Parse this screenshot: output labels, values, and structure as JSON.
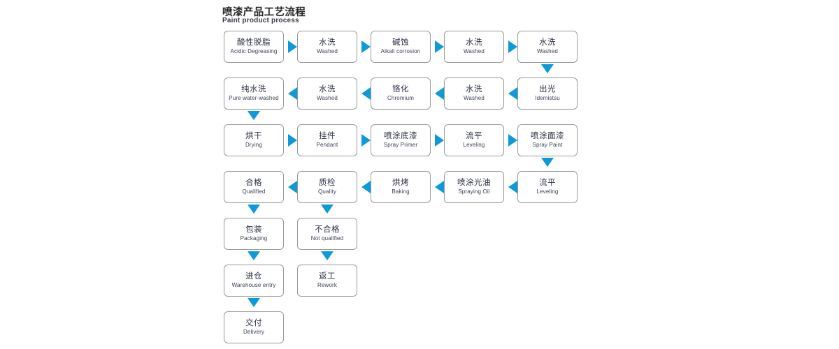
{
  "header": {
    "title": "喷漆产品工艺流程",
    "subtitle": "Paint product process"
  },
  "colors": {
    "arrow": "#0d9ad8",
    "box_border": "#9a9a9a",
    "text_cn": "#2b2f45",
    "text_en": "#3c4256",
    "title": "#262626",
    "background": "#ffffff"
  },
  "flow": {
    "rows": [
      {
        "direction": "left-to-right",
        "nodes": [
          {
            "cn": "酸性脱脂",
            "en": "Acidic Degreasing"
          },
          {
            "cn": "水洗",
            "en": "Washed"
          },
          {
            "cn": "碱蚀",
            "en": "Alkali corrosion"
          },
          {
            "cn": "水洗",
            "en": "Washed"
          },
          {
            "cn": "水洗",
            "en": "Washed"
          }
        ]
      },
      {
        "direction": "right-to-left",
        "nodes": [
          {
            "cn": "纯水洗",
            "en": "Pure water-washed"
          },
          {
            "cn": "水洗",
            "en": "Washed"
          },
          {
            "cn": "铬化",
            "en": "Chromium"
          },
          {
            "cn": "水洗",
            "en": "Washed"
          },
          {
            "cn": "出光",
            "en": "Idemistsu"
          }
        ]
      },
      {
        "direction": "left-to-right",
        "nodes": [
          {
            "cn": "烘干",
            "en": "Drying"
          },
          {
            "cn": "挂件",
            "en": "Pendant"
          },
          {
            "cn": "喷涂底漆",
            "en": "Spray Primer"
          },
          {
            "cn": "流平",
            "en": "Leveling"
          },
          {
            "cn": "喷涂面漆",
            "en": "Spray Paint"
          }
        ]
      },
      {
        "direction": "right-to-left",
        "nodes": [
          {
            "cn": "合格",
            "en": "Qualified"
          },
          {
            "cn": "质检",
            "en": "Quality"
          },
          {
            "cn": "烘烤",
            "en": "Baking"
          },
          {
            "cn": "喷涂光油",
            "en": "Spraying Oil"
          },
          {
            "cn": "流平",
            "en": "Leveling"
          }
        ]
      },
      {
        "direction": "none",
        "nodes": [
          {
            "cn": "包装",
            "en": "Packaging"
          },
          {
            "cn": "不合格",
            "en": "Not qualified"
          }
        ]
      },
      {
        "direction": "none",
        "nodes": [
          {
            "cn": "进仓",
            "en": "Warehouse entry"
          },
          {
            "cn": "返工",
            "en": "Rework"
          }
        ]
      },
      {
        "direction": "none",
        "nodes": [
          {
            "cn": "交付",
            "en": "Delivery"
          }
        ]
      }
    ]
  },
  "arrows": {
    "right_icon": "arrow-right-icon",
    "left_icon": "arrow-left-icon",
    "down_icon": "arrow-down-icon"
  }
}
